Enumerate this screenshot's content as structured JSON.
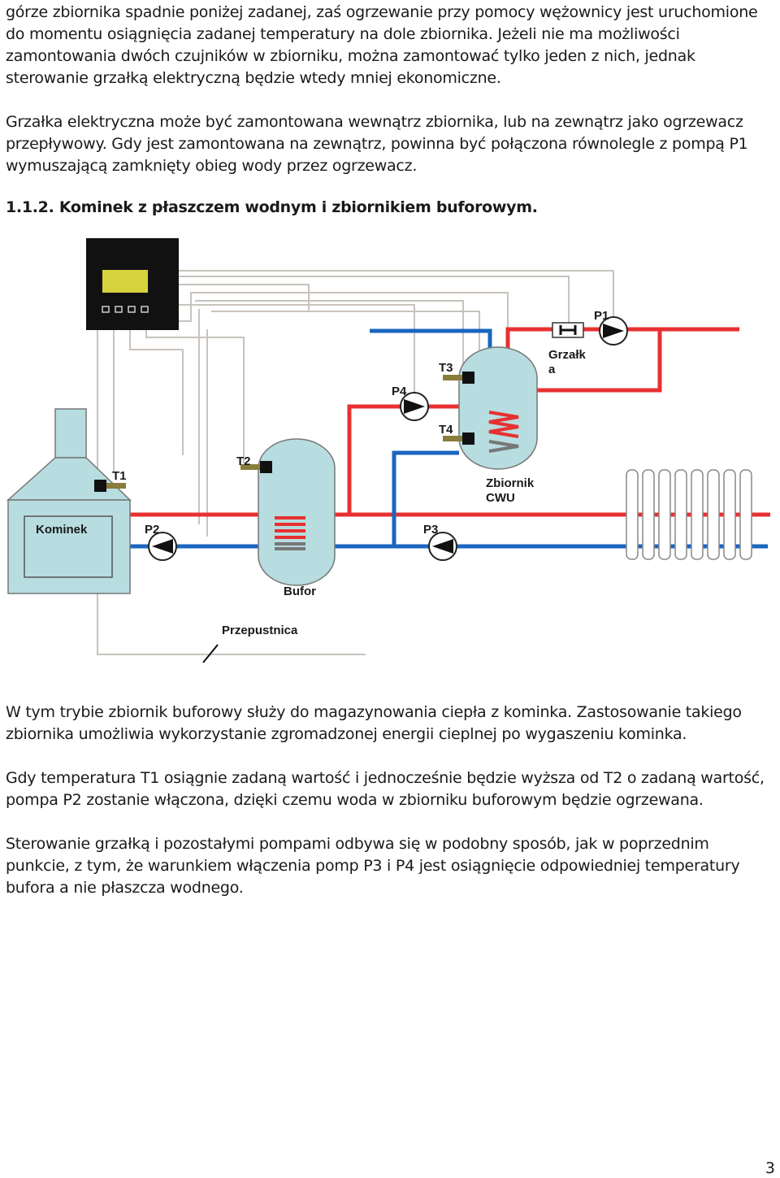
{
  "document": {
    "paragraphs": [
      "górze zbiornika spadnie poniżej zadanej, zaś ogrzewanie przy pomocy wężownicy jest uruchomione do momentu osiągnięcia zadanej temperatury na dole zbiornika. Jeżeli nie ma możliwości zamontowania dwóch czujników w zbiorniku, można zamontować tylko jeden z nich, jednak sterowanie grzałką elektryczną będzie wtedy mniej ekonomiczne.",
      "Grzałka elektryczna może być zamontowana wewnątrz zbiornika, lub na zewnątrz jako ogrzewacz przepływowy. Gdy jest zamontowana na zewnątrz, powinna być połączona równolegle z pompą P1 wymuszającą zamknięty obieg wody przez ogrzewacz.",
      "W tym trybie zbiornik buforowy służy do magazynowania ciepła z kominka. Zastosowanie takiego zbiornika umożliwia wykorzystanie zgromadzonej energii cieplnej po wygaszeniu kominka.",
      "Gdy temperatura T1 osiągnie zadaną wartość i jednocześnie będzie wyższa od T2 o zadaną wartość, pompa P2 zostanie włączona, dzięki czemu woda w zbiorniku buforowym będzie ogrzewana.",
      "Sterowanie grzałką i pozostałymi pompami odbywa się w podobny sposób, jak w poprzednim punkcie, z tym, że warunkiem włączenia pomp P3 i P4 jest osiągnięcie odpowiedniej temperatury bufora a nie płaszcza wodnego."
    ],
    "section_heading": "1.1.2. Kominek z płaszczem wodnym i zbiornikiem buforowym.",
    "page_number": "3"
  },
  "diagram": {
    "labels": {
      "kominek": "Kominek",
      "bufor": "Bufor",
      "zbiornik_line1": "Zbiornik",
      "zbiornik_line2": "CWU",
      "grzalka_line1": "Grzałk",
      "grzalka_line2": "a",
      "przepustnica": "Przepustnica",
      "t1": "T1",
      "t2": "T2",
      "t3": "T3",
      "t4": "T4",
      "p1": "P1",
      "p2": "P2",
      "p3": "P3",
      "p4": "P4"
    },
    "colors": {
      "hot_pipe": "#e83030",
      "cold_pipe": "#1a66c0",
      "tank_fill": "#b7dde0",
      "controller": "#111111",
      "display": "#d6d23c",
      "wire": "#c9c3bd"
    }
  }
}
